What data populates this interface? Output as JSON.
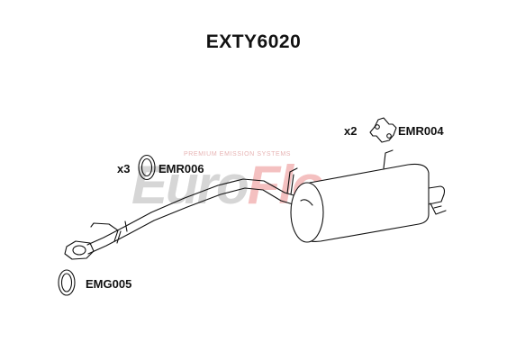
{
  "title": "EXTY6020",
  "watermark": {
    "brand_part1": "Euro",
    "brand_part2": "Flo",
    "tagline": "PREMIUM EMISSION SYSTEMS"
  },
  "parts": [
    {
      "code": "EMR004",
      "quantity": "x2",
      "icon": "rubber-hanger-icon"
    },
    {
      "code": "EMR006",
      "quantity": "x3",
      "icon": "rubber-ring-icon"
    },
    {
      "code": "EMG005",
      "quantity": "",
      "icon": "gasket-ring-icon"
    }
  ],
  "colors": {
    "line": "#111111",
    "watermark_grey": "#d6d6d6",
    "watermark_red": "#f4c0c0"
  }
}
